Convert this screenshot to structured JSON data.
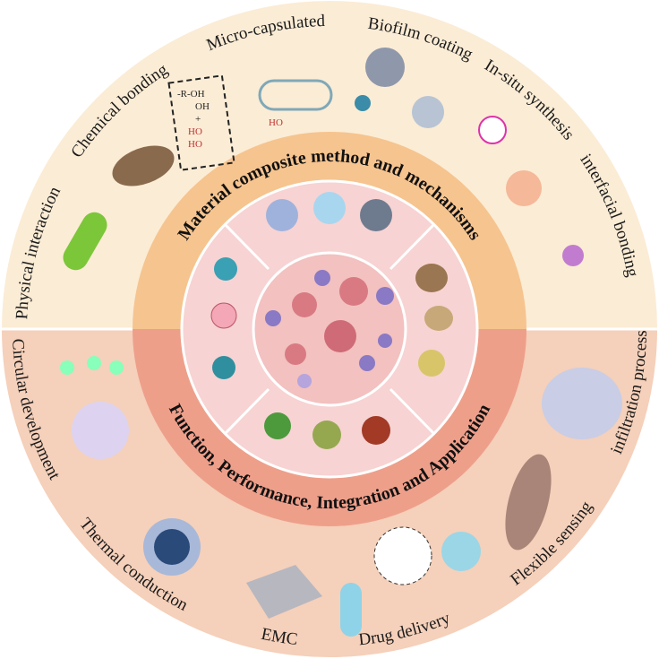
{
  "outer_top_labels": [
    "Physical  interaction",
    "Chemical bonding",
    "Micro-capsulated",
    "Biofilm coating",
    "In-situ synthesis",
    "interfacial bonding"
  ],
  "outer_bottom_labels": [
    "Circular development",
    "Thermal conduction",
    "EMC",
    "Drug delivery",
    "Flexible sensing",
    "infiltration process"
  ],
  "middle_ring": {
    "top_title": "Material composite method and mechanisms",
    "bottom_title": "Function, Performance, Integration and Application"
  },
  "chemical_box": {
    "line1": "-R-OH",
    "line2": "OH",
    "plus": "+",
    "line3": "HO",
    "line4": "HO"
  },
  "microcapsule_label": "HO",
  "colors": {
    "top_half": "#fbecd5",
    "bottom_half": "#f5d0ba",
    "ring_top": "#f6c48f",
    "ring_bottom": "#ee9f8a",
    "core": "#f7d3d3",
    "divider": "#ffffff"
  }
}
